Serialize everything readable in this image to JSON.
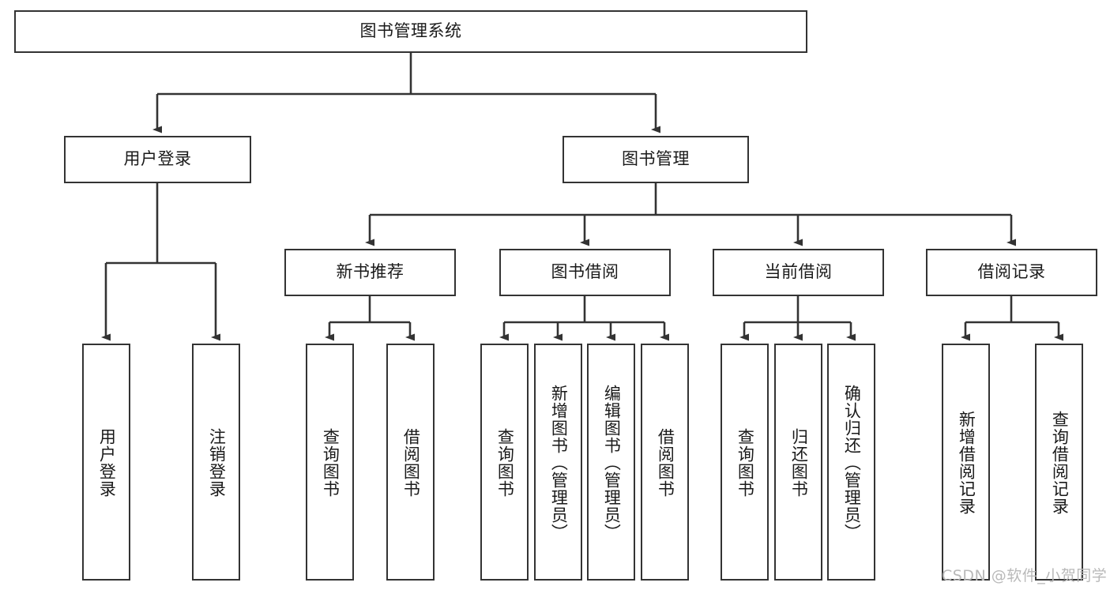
{
  "diagram": {
    "title": "图书管理系统",
    "type": "tree-hierarchy-chart",
    "orientation": "top-down",
    "colors": {
      "box_border": "#333333",
      "box_fill": "#ffffff",
      "edge": "#333333",
      "text": "#1a1a1a",
      "watermark": "#b9b9b9",
      "background": "#ffffff"
    },
    "root": {
      "label": "图书管理系统"
    },
    "level2": [
      {
        "id": "user-login",
        "label": "用户登录"
      },
      {
        "id": "book-manage",
        "label": "图书管理"
      }
    ],
    "level3": [
      {
        "id": "new-book-recommend",
        "label": "新书推荐",
        "parent": "book-manage"
      },
      {
        "id": "book-borrow",
        "label": "图书借阅",
        "parent": "book-manage"
      },
      {
        "id": "current-borrow",
        "label": "当前借阅",
        "parent": "book-manage"
      },
      {
        "id": "borrow-record",
        "label": "借阅记录",
        "parent": "book-manage"
      }
    ],
    "leaves": [
      {
        "id": "leaf-user-login",
        "label": "用户登录",
        "parent": "user-login"
      },
      {
        "id": "leaf-user-logout",
        "label": "注销登录",
        "parent": "user-login"
      },
      {
        "id": "leaf-rec-query-book",
        "label": "查询图书",
        "parent": "new-book-recommend"
      },
      {
        "id": "leaf-rec-borrow-book",
        "label": "借阅图书",
        "parent": "new-book-recommend"
      },
      {
        "id": "leaf-bb-query-book",
        "label": "查询图书",
        "parent": "book-borrow"
      },
      {
        "id": "leaf-bb-add-book",
        "label": "新增图书（管理员）",
        "parent": "book-borrow"
      },
      {
        "id": "leaf-bb-edit-book",
        "label": "编辑图书（管理员）",
        "parent": "book-borrow"
      },
      {
        "id": "leaf-bb-borrow-book",
        "label": "借阅图书",
        "parent": "book-borrow"
      },
      {
        "id": "leaf-cb-query-book",
        "label": "查询图书",
        "parent": "current-borrow"
      },
      {
        "id": "leaf-cb-return-book",
        "label": "归还图书",
        "parent": "current-borrow"
      },
      {
        "id": "leaf-cb-confirm-return",
        "label": "确认归还（管理员）",
        "parent": "current-borrow"
      },
      {
        "id": "leaf-br-add-record",
        "label": "新增借阅记录",
        "parent": "borrow-record"
      },
      {
        "id": "leaf-br-query-record",
        "label": "查询借阅记录",
        "parent": "borrow-record"
      }
    ],
    "watermark": "CSDN @软件_小贺同学"
  }
}
